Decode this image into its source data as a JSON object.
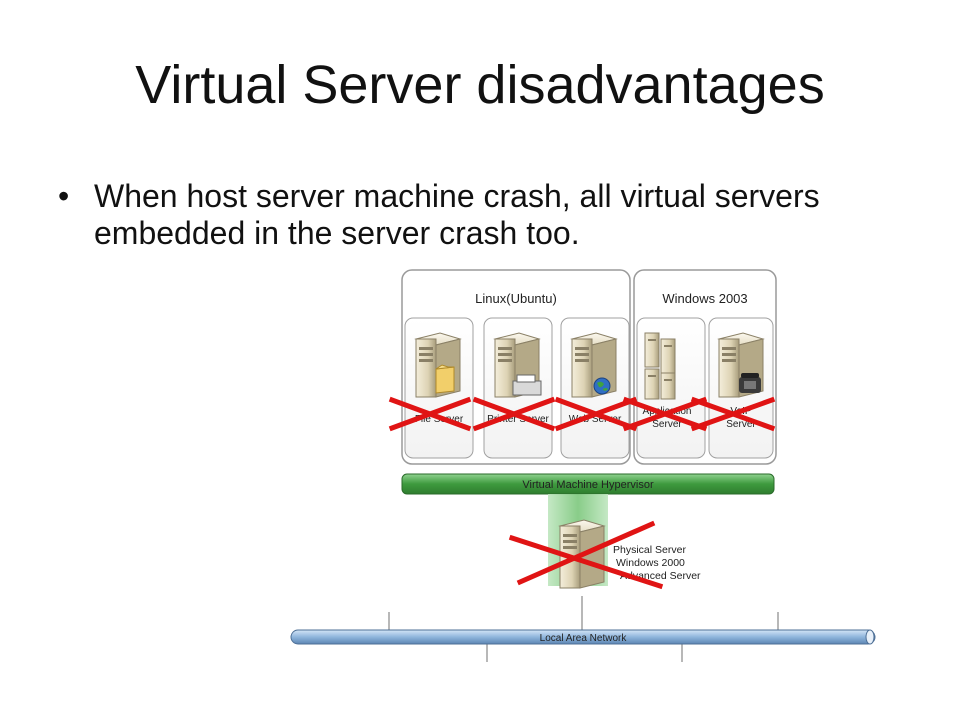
{
  "slide": {
    "title": "Virtual Server disadvantages",
    "bullet_symbol": "•",
    "bullet_text": "When host server machine crash, all virtual servers embedded in the server crash too."
  },
  "diagram": {
    "os_groups": [
      {
        "title": "Linux(Ubuntu)",
        "servers": [
          {
            "label": [
              "File Server"
            ],
            "badge": "folder",
            "crossed": true
          },
          {
            "label": [
              "Printer Server"
            ],
            "badge": "printer",
            "crossed": true
          },
          {
            "label": [
              "Web Server"
            ],
            "badge": "globe",
            "crossed": true
          }
        ]
      },
      {
        "title": "Windows 2003",
        "servers": [
          {
            "label": [
              "Application",
              "Server"
            ],
            "badge": "multi",
            "crossed": true
          },
          {
            "label": [
              "VoIP",
              "Server"
            ],
            "badge": "phone",
            "crossed": true
          }
        ]
      }
    ],
    "hypervisor_label": "Virtual Machine Hypervisor",
    "physical_server_label": [
      "Physical Server",
      "Windows 2000",
      "Advanced Server"
    ],
    "physical_crossed": true,
    "network_label": "Local Area Network",
    "colors": {
      "hypervisor": "#3e9a3e",
      "network": "#8fb5dc",
      "cross": "#e01414",
      "panel_border": "#9a9a9a"
    }
  }
}
